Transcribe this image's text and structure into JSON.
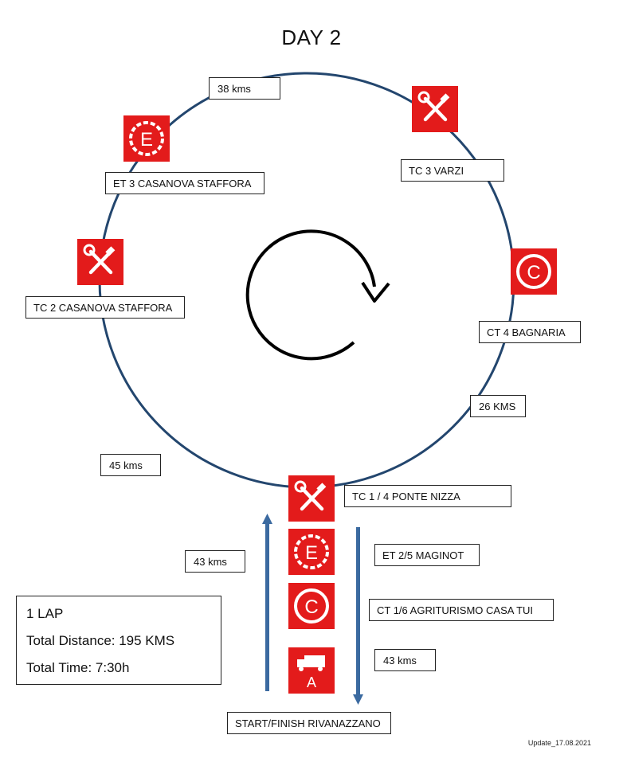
{
  "title": "DAY 2",
  "stations": {
    "tc3": "TC 3 VARZI",
    "et3": "ET 3 CASANOVA STAFFORA",
    "tc2": "TC 2 CASANOVA STAFFORA",
    "ct4": "CT 4 BAGNARIA",
    "tc14": "TC 1 / 4 PONTE NIZZA",
    "et25": "ET 2/5 MAGINOT",
    "ct16": "CT 1/6 AGRITURISMO CASA TUI",
    "start": "START/FINISH RIVANAZZANO"
  },
  "distances": {
    "top": "38 kms",
    "right": "26 KMS",
    "left": "45 kms",
    "up": "43 kms",
    "down": "43 kms"
  },
  "icons": {
    "service_letter": "",
    "entry_letter": "E",
    "control_letter": "C",
    "assistance_letter": "A"
  },
  "summary": {
    "laps": "1 LAP",
    "distance": "Total Distance: 195 KMS",
    "time": "Total Time: 7:30h"
  },
  "update": "Update_17.08.2021",
  "colors": {
    "circle": "#23466e",
    "arrow": "#3b6aa0",
    "icon_bg": "#e31b1b",
    "loop_arrow": "#000000"
  }
}
